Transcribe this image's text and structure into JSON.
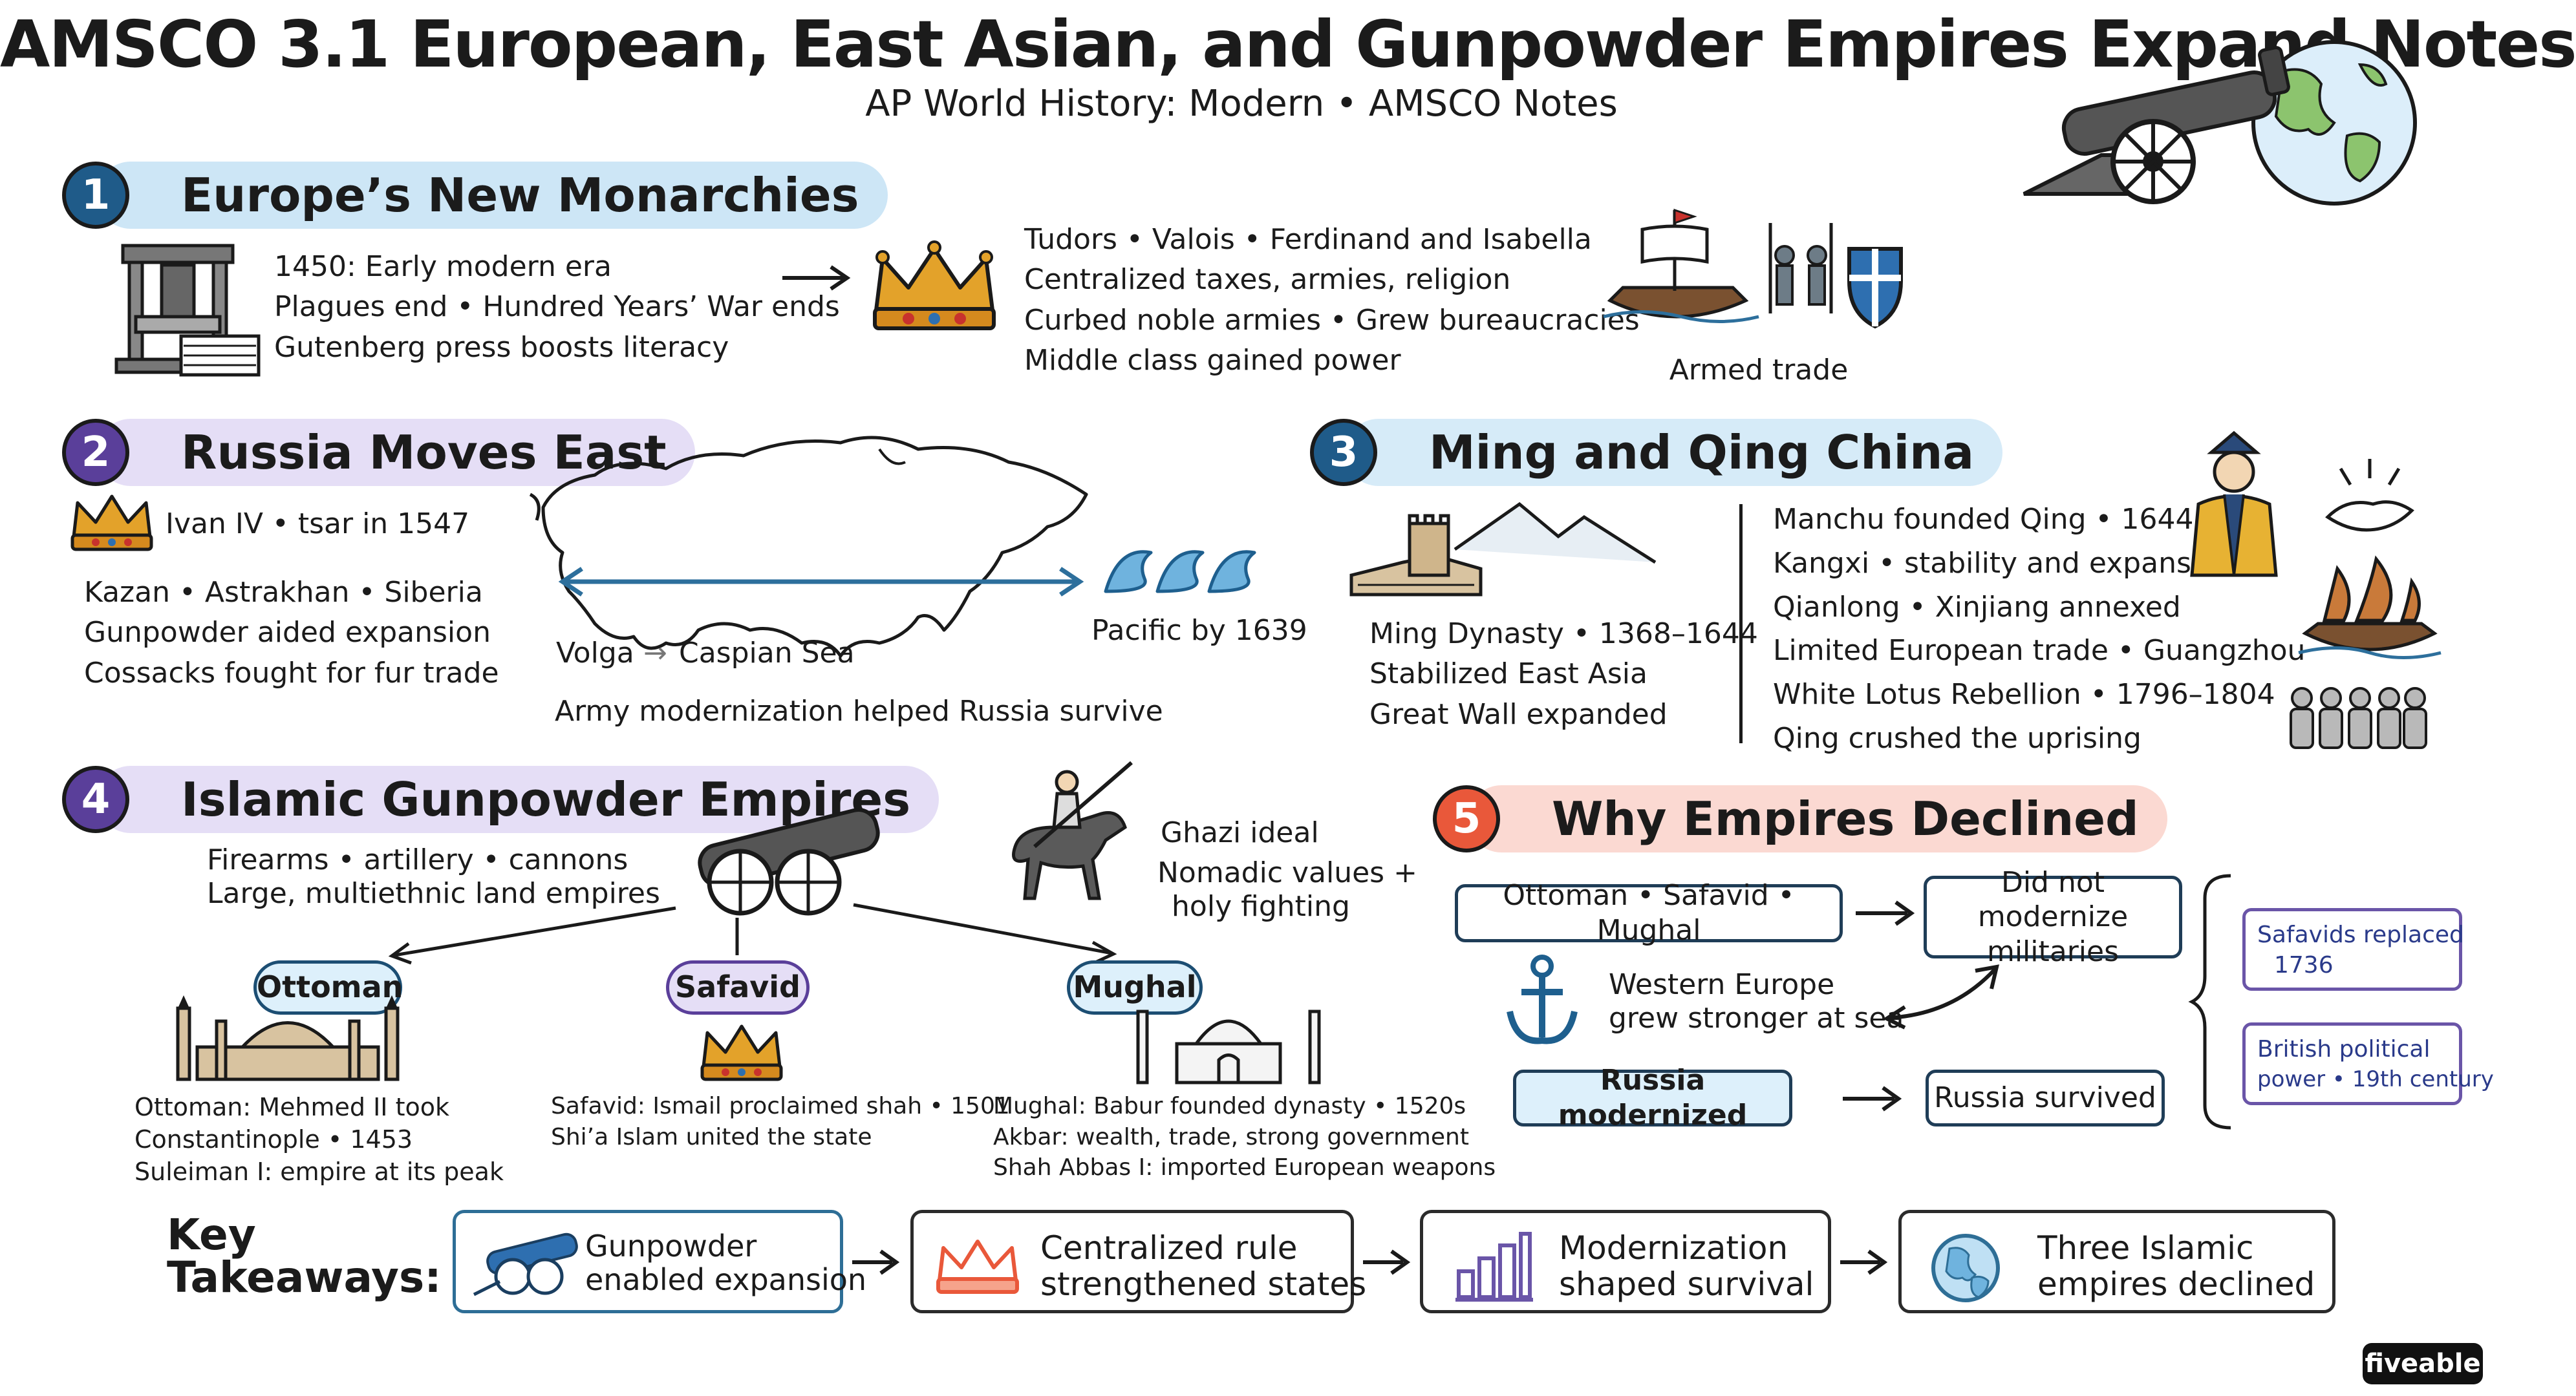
{
  "header": {
    "title": "AMSCO 3.1 European, East Asian, and Gunpowder Empires Expand Notes",
    "subtitle": "AP World History: Modern  •  AMSCO Notes"
  },
  "sections": {
    "s1": {
      "number": "1",
      "heading": "Europe’s New Monarchies",
      "color": "#cde6f6",
      "left_lines": [
        "1450: Early modern era",
        "Plagues end • Hundred Years’ War ends",
        "Gutenberg press boosts literacy"
      ],
      "right_lines": [
        "Tudors • Valois • Ferdinand and Isabella",
        "Centralized taxes, armies, religion",
        "Curbed noble armies • Grew bureaucracies",
        "Middle class gained power"
      ],
      "armed_trade": "Armed trade"
    },
    "s2": {
      "number": "2",
      "heading": "Russia Moves East",
      "color": "#e5def6",
      "ivan": "Ivan IV • tsar in 1547",
      "lines": [
        "Kazan • Astrakhan • Siberia",
        "Gunpowder aided expansion",
        "Cossacks fought for fur trade"
      ],
      "volga": "Volga",
      "caspian": "Caspian Sea",
      "pacific": "Pacific by 1639",
      "army": "Army modernization helped Russia survive"
    },
    "s3": {
      "number": "3",
      "heading": "Ming and Qing China",
      "color": "#d6ebf8",
      "ming_lines": [
        "Ming Dynasty • 1368–1644",
        "Stabilized East Asia",
        "Great Wall expanded"
      ],
      "qing_lines": [
        "Manchu founded Qing • 1644",
        "Kangxi • stability and expansion",
        "Qianlong • Xinjiang annexed",
        "Limited European trade • Guangzhou",
        "White Lotus Rebellion • 1796–1804",
        "Qing crushed the uprising"
      ]
    },
    "s4": {
      "number": "4",
      "heading": "Islamic Gunpowder Empires",
      "color": "#e5def6",
      "intro": [
        "Firearms • artillery • cannons",
        "Large, multiethnic land empires"
      ],
      "ghazi": "Ghazi ideal",
      "nomadic": [
        "Nomadic values +",
        "holy fighting"
      ],
      "ottoman_label": "Ottoman",
      "safavid_label": "Safavid",
      "mughal_label": "Mughal",
      "ottoman_lines": [
        "Ottoman: Mehmed II took",
        "Constantinople • 1453",
        "Suleiman I: empire at its peak"
      ],
      "safavid_lines": [
        "Safavid: Ismail proclaimed shah • 1501",
        "Shi’a Islam united the state"
      ],
      "mughal_lines": [
        "Mughal: Babur founded dynasty • 1520s",
        "Akbar: wealth, trade, strong government",
        "Shah Abbas I: imported European weapons"
      ]
    },
    "s5": {
      "number": "5",
      "heading": "Why Empires Declined",
      "color": "#fbd9d2",
      "empires_box": "Ottoman • Safavid • Mughal",
      "no_modern": [
        "Did not modernize",
        "militaries"
      ],
      "western": [
        "Western Europe",
        "grew stronger at sea"
      ],
      "russia_mod": "Russia modernized",
      "russia_surv": "Russia survived",
      "safavids_replaced": [
        "Safavids replaced",
        "1736"
      ],
      "british": [
        "British political",
        "power • 19th century"
      ]
    }
  },
  "takeaways": {
    "label": [
      "Key",
      "Takeaways:"
    ],
    "items": [
      [
        "Gunpowder",
        "enabled expansion"
      ],
      [
        "Centralized rule",
        "strengthened states"
      ],
      [
        "Modernization",
        "shaped survival"
      ],
      [
        "Three Islamic",
        "empires declined"
      ]
    ]
  },
  "logo": "fiveable",
  "colors": {
    "badge": "#1f5b89",
    "badge_purple": "#5a3f9a",
    "badge_orange": "#e9583a",
    "arrow_blue": "#2d6f9c",
    "crown_gold": "#e3a22a"
  }
}
